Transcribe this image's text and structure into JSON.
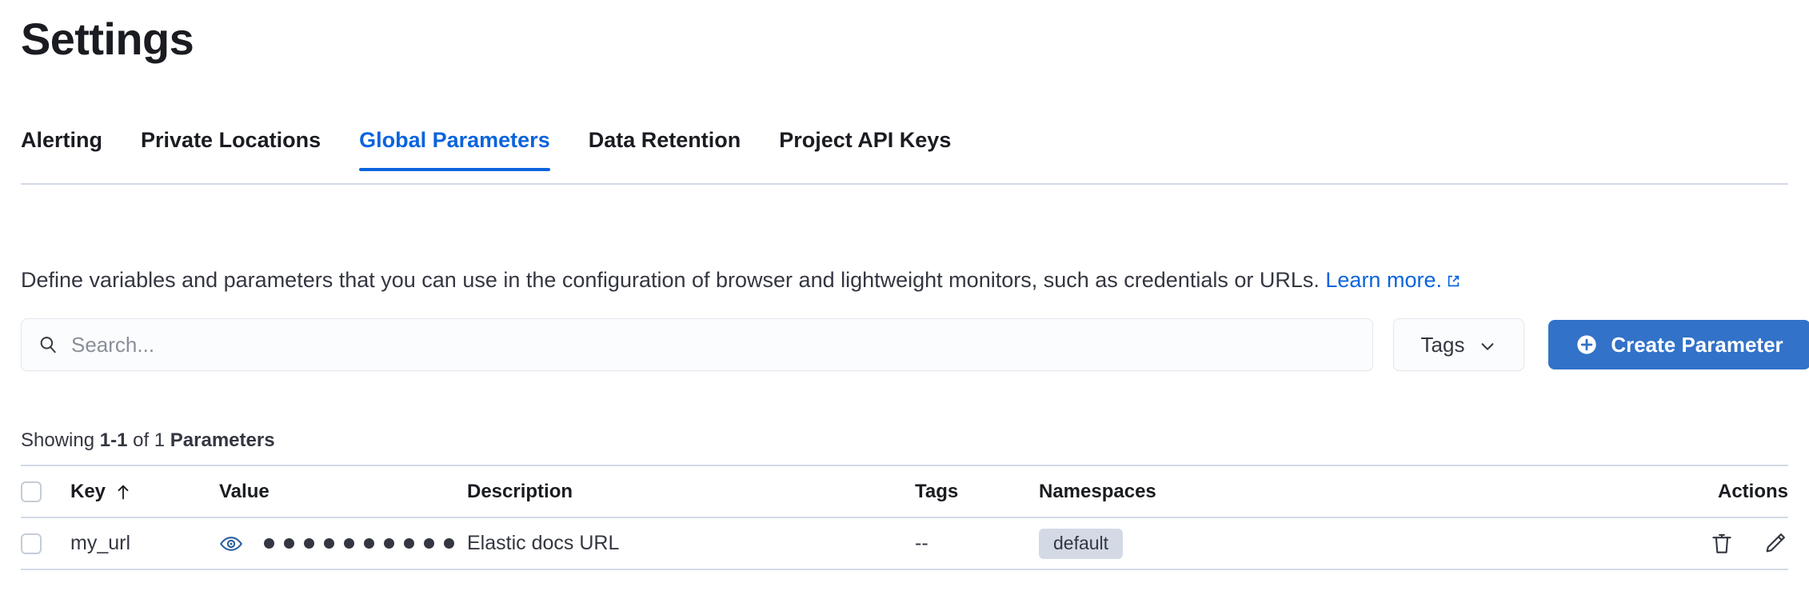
{
  "page": {
    "title": "Settings"
  },
  "tabs": [
    {
      "label": "Alerting",
      "active": false
    },
    {
      "label": "Private Locations",
      "active": false
    },
    {
      "label": "Global Parameters",
      "active": true
    },
    {
      "label": "Data Retention",
      "active": false
    },
    {
      "label": "Project API Keys",
      "active": false
    }
  ],
  "description": {
    "text": "Define variables and parameters that you can use in the configuration of browser and lightweight monitors, such as credentials or URLs.",
    "link_label": "Learn more.",
    "link_icon": "external-link-icon"
  },
  "controls": {
    "search_placeholder": "Search...",
    "search_value": "",
    "search_icon": "search-icon",
    "tags_label": "Tags",
    "tags_icon": "chevron-down-icon",
    "create_label": "Create Parameter",
    "create_icon": "plus-circle-icon"
  },
  "results": {
    "showing_prefix": "Showing ",
    "range": "1-1",
    "of": " of 1 ",
    "entity": "Parameters"
  },
  "table": {
    "columns": [
      {
        "label": "Key",
        "sort_icon": "sort-ascending-arrow-icon"
      },
      {
        "label": "Value"
      },
      {
        "label": "Description"
      },
      {
        "label": "Tags"
      },
      {
        "label": "Namespaces"
      },
      {
        "label": "Actions"
      }
    ],
    "rows": [
      {
        "key": "my_url",
        "value_masked_dots": 10,
        "value_toggle_icon": "eye-icon",
        "description": "Elastic docs URL",
        "tags": "--",
        "namespaces": "default",
        "actions": [
          {
            "icon": "trash-icon",
            "label": "Delete"
          },
          {
            "icon": "pencil-icon",
            "label": "Edit"
          }
        ]
      }
    ]
  },
  "colors": {
    "accent_blue": "#0b64dd",
    "button_blue": "#3272c8",
    "eye_blue": "#2b5f9e",
    "text": "#343741",
    "heading": "#1a1c21",
    "rule": "#d3dae6",
    "badge_bg": "#d3dae6"
  }
}
